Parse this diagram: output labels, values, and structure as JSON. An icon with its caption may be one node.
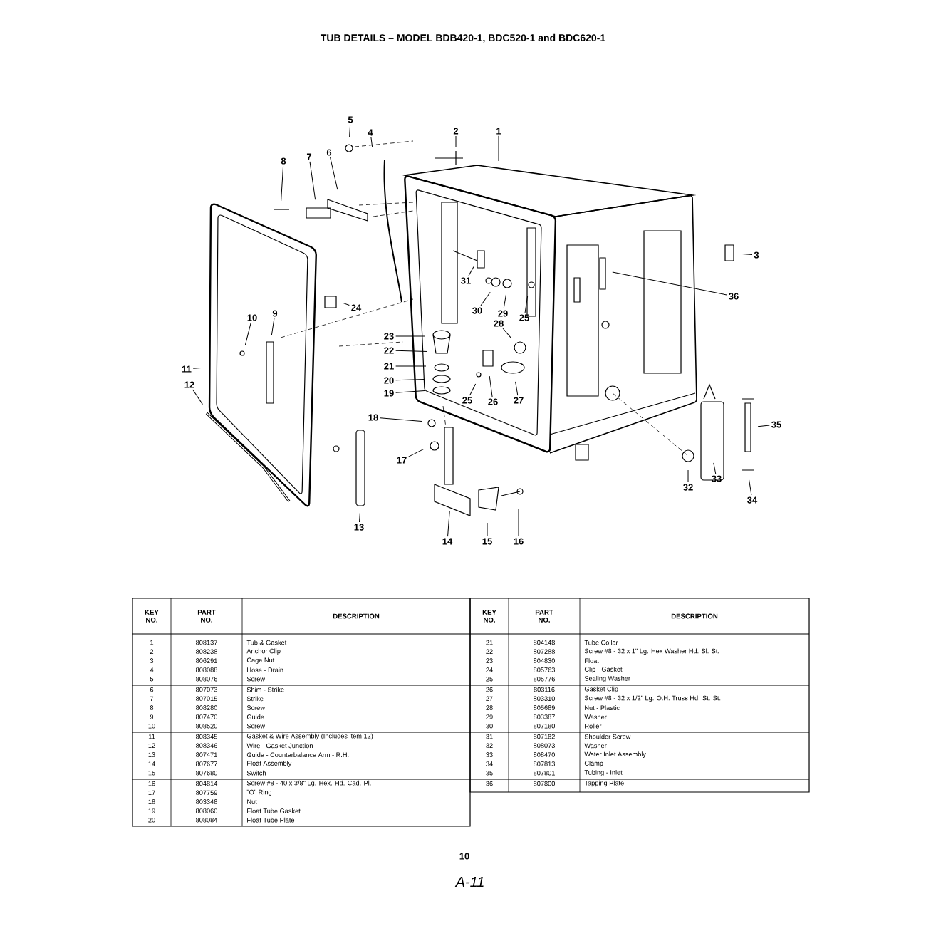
{
  "diagram": {
    "title": "TUB DETAILS – MODEL BDB420-1, BDC520-1 and BDC620-1",
    "nodes": [
      {
        "text": [
          "1"
        ]
      },
      {
        "text": [
          "2"
        ]
      },
      {
        "text": [
          "3"
        ]
      },
      {
        "text": [
          "4"
        ]
      },
      {
        "text": [
          "5"
        ]
      },
      {
        "text": [
          "6"
        ]
      },
      {
        "text": [
          "7"
        ]
      },
      {
        "text": [
          "8"
        ]
      },
      {
        "text": [
          "9"
        ]
      },
      {
        "text": [
          "10"
        ]
      },
      {
        "text": [
          "11"
        ]
      },
      {
        "text": [
          "12"
        ]
      },
      {
        "text": [
          "13"
        ]
      },
      {
        "text": [
          "14"
        ]
      },
      {
        "text": [
          "15"
        ]
      },
      {
        "text": [
          "16"
        ]
      },
      {
        "text": [
          "17"
        ]
      },
      {
        "text": [
          "18"
        ]
      },
      {
        "text": [
          "19"
        ]
      },
      {
        "text": [
          "20"
        ]
      },
      {
        "text": [
          "21"
        ]
      },
      {
        "text": [
          "22"
        ]
      },
      {
        "text": [
          "23"
        ]
      },
      {
        "text": [
          "24"
        ]
      },
      {
        "text": [
          "25"
        ]
      },
      {
        "text": [
          "25"
        ]
      },
      {
        "text": [
          "26"
        ]
      },
      {
        "text": [
          "27"
        ]
      },
      {
        "text": [
          "28"
        ]
      },
      {
        "text": [
          "29"
        ]
      },
      {
        "text": [
          "30"
        ]
      },
      {
        "text": [
          "31"
        ]
      },
      {
        "text": [
          "32"
        ]
      },
      {
        "text": [
          "33"
        ]
      },
      {
        "text": [
          "34"
        ]
      },
      {
        "text": [
          "35"
        ]
      },
      {
        "text": [
          "36"
        ]
      }
    ],
    "edges": [
      {
        "from": 0,
        "to": null,
        "arrow": "none"
      },
      {
        "from": 1,
        "to": null,
        "arrow": "none"
      },
      {
        "from": 2,
        "to": null,
        "arrow": "none"
      },
      {
        "from": 3,
        "to": null,
        "arrow": "none"
      },
      {
        "from": 4,
        "to": null,
        "arrow": "none"
      },
      {
        "from": 5,
        "to": null,
        "arrow": "none"
      },
      {
        "from": 6,
        "to": null,
        "arrow": "none"
      },
      {
        "from": 7,
        "to": null,
        "arrow": "none"
      },
      {
        "from": 8,
        "to": null,
        "arrow": "none"
      },
      {
        "from": 9,
        "to": null,
        "arrow": "none"
      },
      {
        "from": 10,
        "to": null,
        "arrow": "none"
      },
      {
        "from": 11,
        "to": null,
        "arrow": "none"
      },
      {
        "from": 12,
        "to": null,
        "arrow": "none"
      },
      {
        "from": 13,
        "to": null,
        "arrow": "none"
      },
      {
        "from": 14,
        "to": null,
        "arrow": "none"
      },
      {
        "from": 15,
        "to": null,
        "arrow": "none"
      },
      {
        "from": 16,
        "to": null,
        "arrow": "none"
      },
      {
        "from": 17,
        "to": null,
        "arrow": "none"
      },
      {
        "from": 18,
        "to": null,
        "arrow": "none"
      },
      {
        "from": 19,
        "to": null,
        "arrow": "none"
      },
      {
        "from": 20,
        "to": null,
        "arrow": "none"
      },
      {
        "from": 21,
        "to": null,
        "arrow": "none"
      },
      {
        "from": 22,
        "to": null,
        "arrow": "none"
      },
      {
        "from": 23,
        "to": null,
        "arrow": "none"
      },
      {
        "from": 24,
        "to": null,
        "arrow": "none"
      },
      {
        "from": 25,
        "to": null,
        "arrow": "none"
      },
      {
        "from": 26,
        "to": null,
        "arrow": "none"
      },
      {
        "from": 27,
        "to": null,
        "arrow": "none"
      },
      {
        "from": 28,
        "to": null,
        "arrow": "none"
      },
      {
        "from": 29,
        "to": null,
        "arrow": "none"
      },
      {
        "from": 30,
        "to": null,
        "arrow": "none"
      },
      {
        "from": 31,
        "to": null,
        "arrow": "none"
      },
      {
        "from": 32,
        "to": null,
        "arrow": "none"
      },
      {
        "from": 33,
        "to": null,
        "arrow": "none"
      },
      {
        "from": 34,
        "to": null,
        "arrow": "none"
      },
      {
        "from": 35,
        "to": null,
        "arrow": "none"
      },
      {
        "from": 36,
        "to": null,
        "arrow": "none"
      }
    ],
    "labels": [
      "KEY NO.",
      "PART NO.",
      "DESCRIPTION",
      "1",
      "808137",
      "Tub & Gasket",
      "2",
      "808238",
      "Anchor Clip",
      "3",
      "806291",
      "Cage Nut",
      "4",
      "808088",
      "Hose - Drain",
      "5",
      "808076",
      "Screw",
      "6",
      "807073",
      "Shim - Strike",
      "7",
      "807015",
      "Strike",
      "8",
      "808280",
      "Screw",
      "9",
      "807470",
      "Guide",
      "10",
      "808520",
      "Screw",
      "11",
      "808345",
      "Gasket & Wire Assembly (Includes item 12)",
      "12",
      "808346",
      "Wire - Gasket Junction",
      "13",
      "807471",
      "Guide - Counterbalance Arm - R.H.",
      "14",
      "807677",
      "Float Assembly",
      "15",
      "807680",
      "Switch",
      "16",
      "804814",
      "Screw #8 - 40 x 3/8\" Lg. Hex. Hd. Cad. Pl.",
      "17",
      "807759",
      "\"O\" Ring",
      "18",
      "803348",
      "Nut",
      "19",
      "808060",
      "Float Tube Gasket",
      "20",
      "808084",
      "Float Tube Plate",
      "KEY NO.",
      "PART NO.",
      "DESCRIPTION",
      "21",
      "804148",
      "Tube Collar",
      "22",
      "807288",
      "Screw #8 - 32 x 1\" Lg. Hex Washer Hd. Sl. St.",
      "23",
      "804830",
      "Float",
      "24",
      "805763",
      "Clip - Gasket",
      "25",
      "805776",
      "Sealing Washer",
      "26",
      "803116",
      "Gasket Clip",
      "27",
      "803310",
      "Screw #8 - 32 x 1/2\" Lg. O.H. Truss Hd. St. St.",
      "28",
      "805689",
      "Nut - Plastic",
      "29",
      "803387",
      "Washer",
      "30",
      "807180",
      "Roller",
      "31",
      "807182",
      "Shoulder Screw",
      "32",
      "808073",
      "Washer",
      "33",
      "808470",
      "Water Inlet Assembly",
      "34",
      "807813",
      "Clamp",
      "35",
      "807801",
      "Tubing - Inlet",
      "36",
      "807800",
      "Tapping Plate",
      "10",
      "A-11"
    ]
  }
}
